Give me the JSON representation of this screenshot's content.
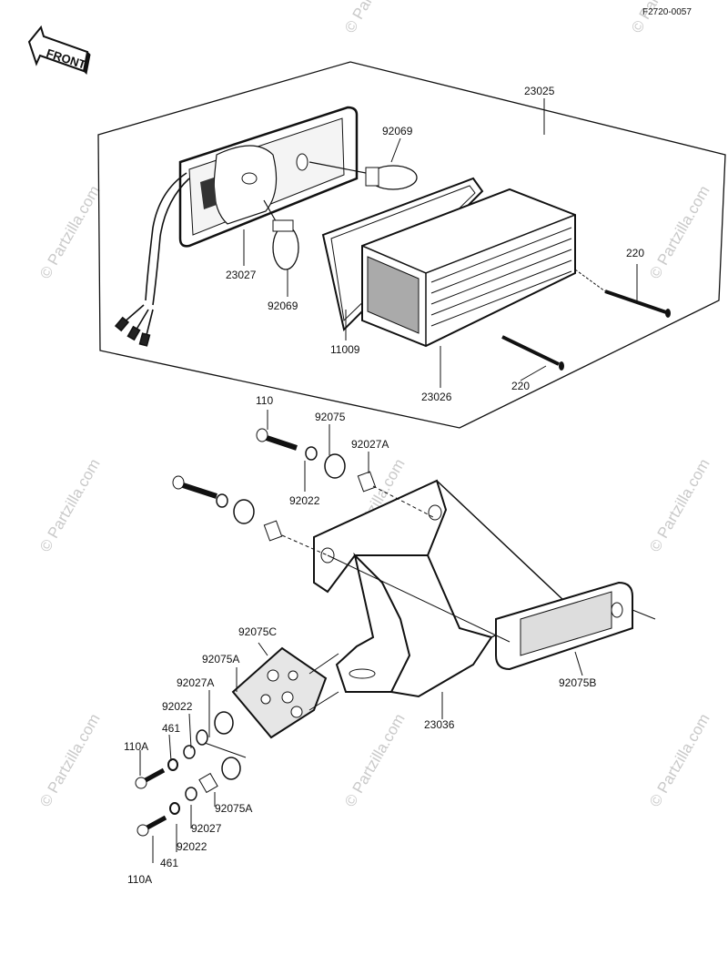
{
  "diagram_code": "F2720-0057",
  "front_label": "FRONT",
  "watermark": "© Partzilla.com",
  "parts": {
    "p23025": "23025",
    "p92069_top": "92069",
    "p92069_bottom": "92069",
    "p23027": "23027",
    "p220_right": "220",
    "p220_bottom": "220",
    "p11009": "11009",
    "p23026": "23026",
    "p110": "110",
    "p92075": "92075",
    "p92027A_top": "92027A",
    "p92022_top": "92022",
    "p92075C": "92075C",
    "p92075A_top": "92075A",
    "p92027A_left": "92027A",
    "p92022_left": "92022",
    "p461_top": "461",
    "p110A_top": "110A",
    "p92075A_bottom": "92075A",
    "p92027": "92027",
    "p92022_bottom": "92022",
    "p461_bottom": "461",
    "p110A_bottom": "110A",
    "p23036": "23036",
    "p92075B": "92075B"
  }
}
